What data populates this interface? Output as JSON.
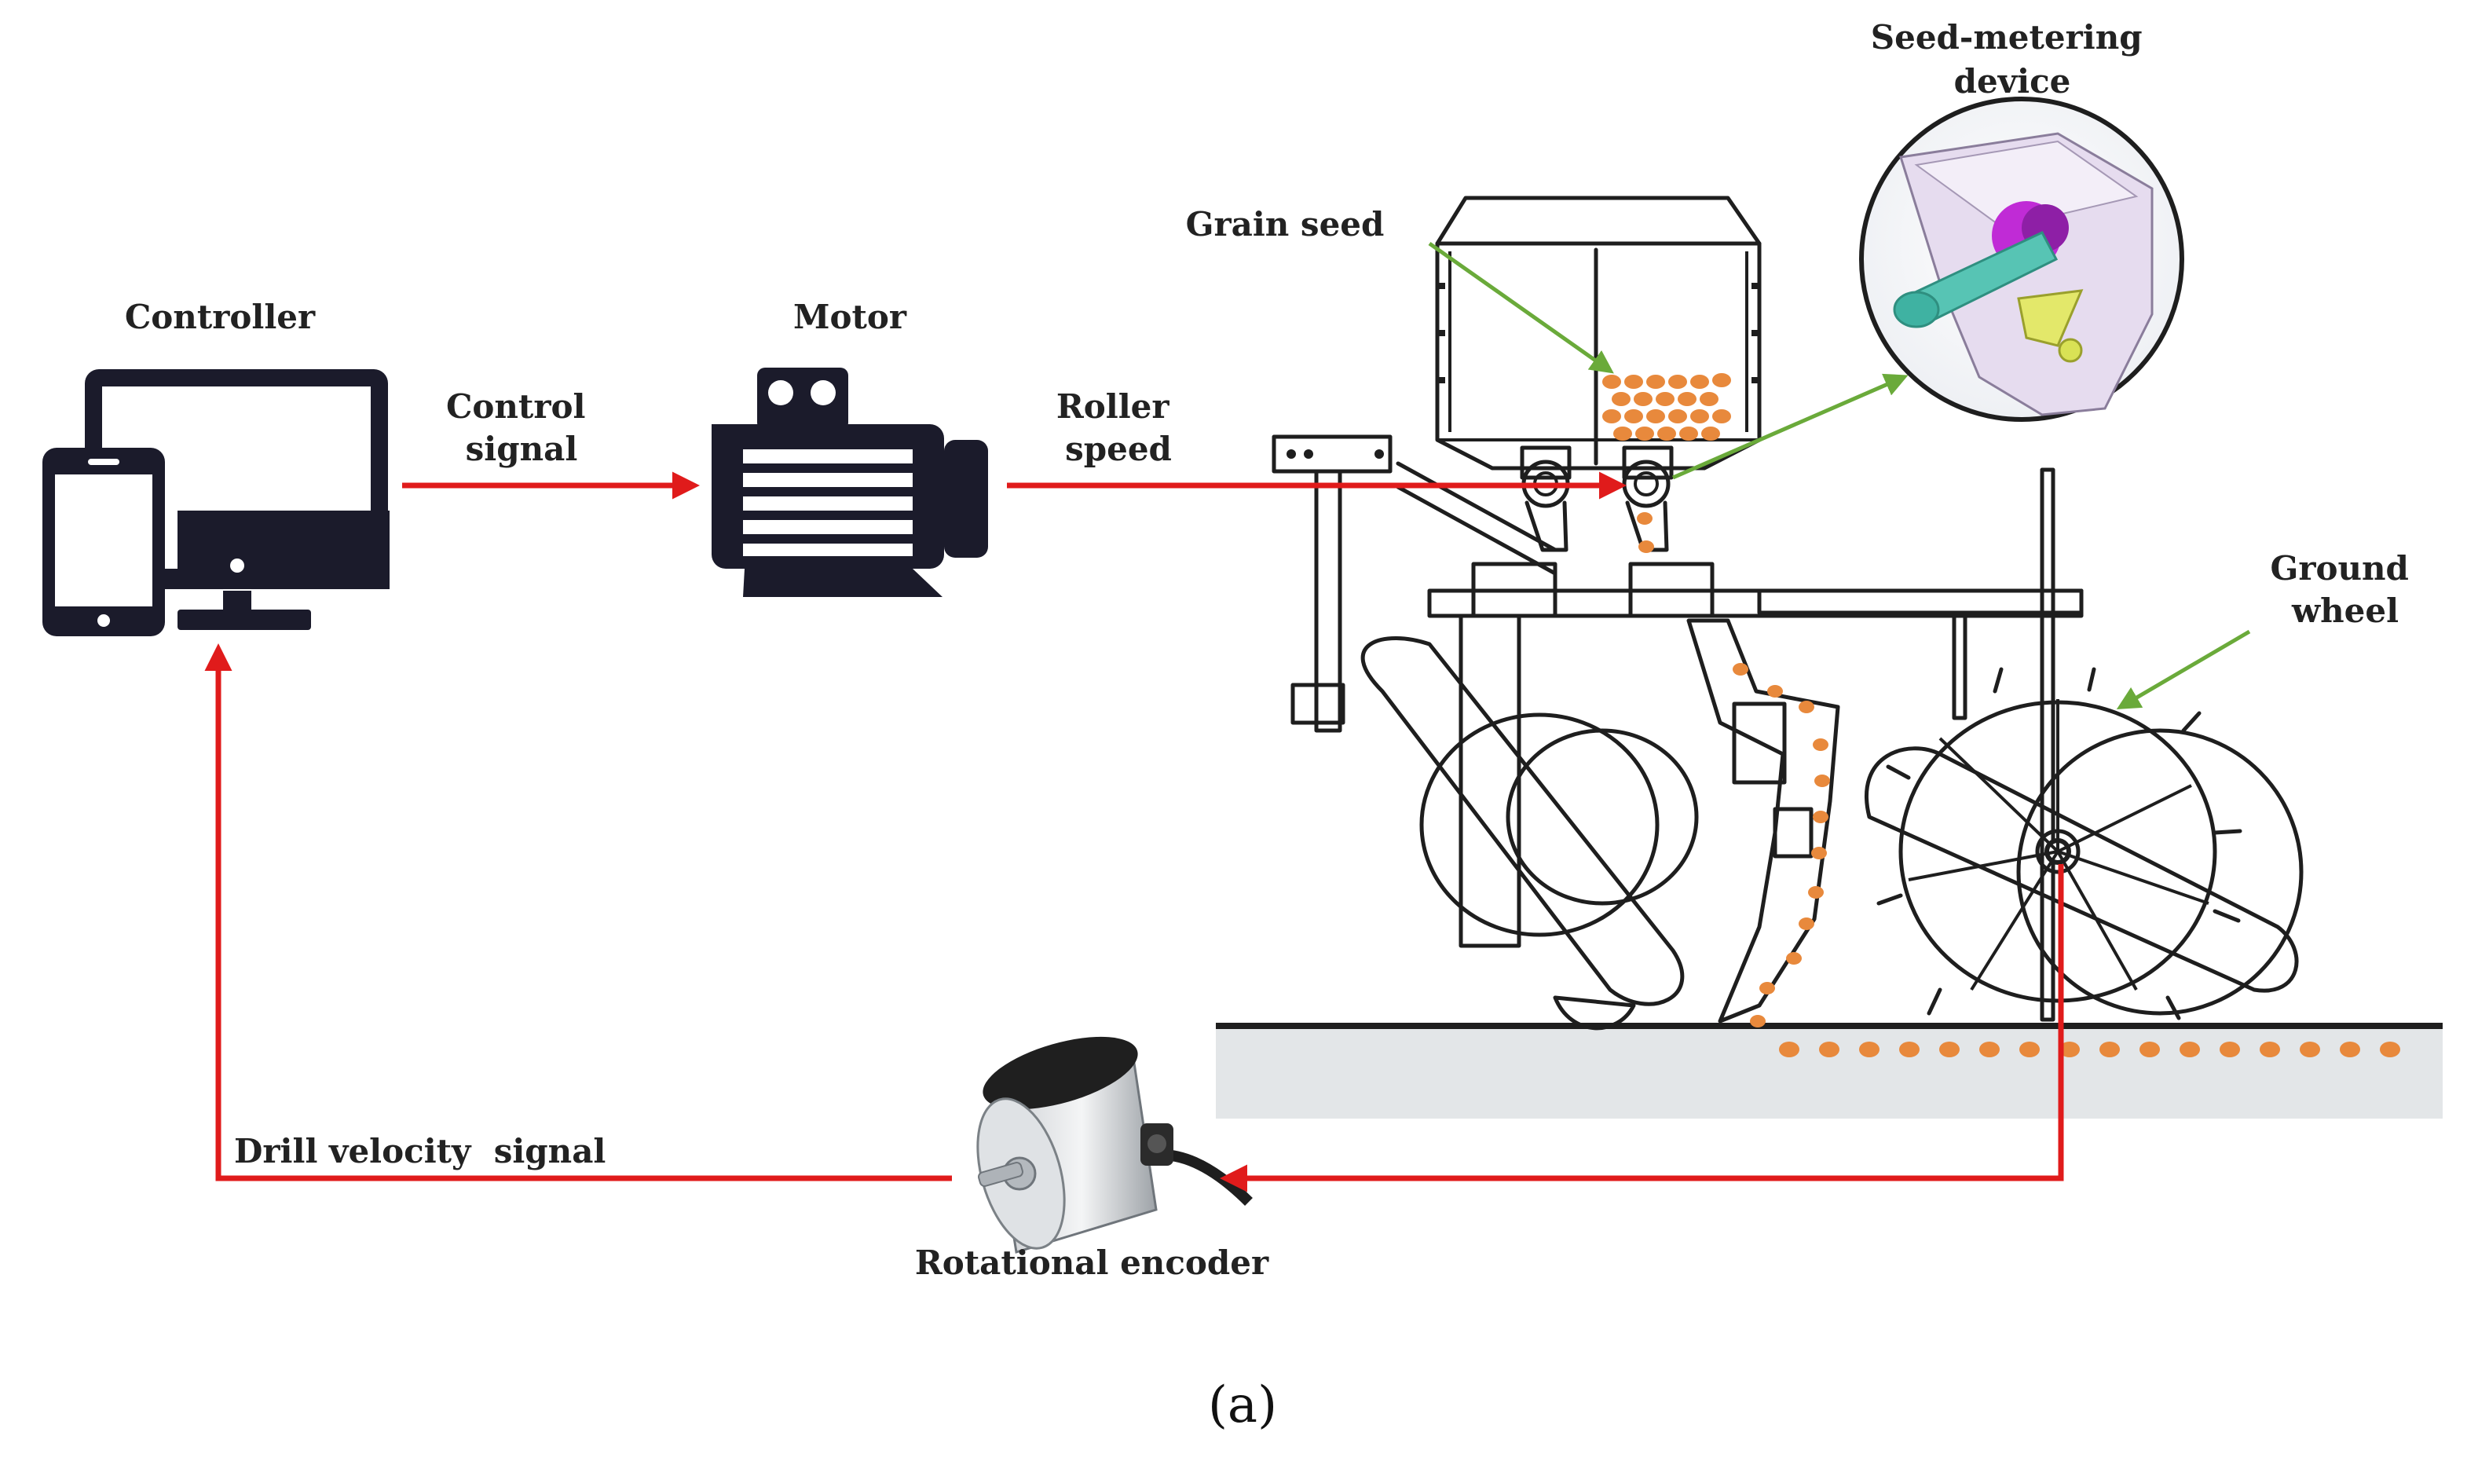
{
  "labels": {
    "controller": "Controller",
    "motor": "Motor",
    "control_signal": [
      "Control",
      "signal"
    ],
    "roller_speed": [
      "Roller",
      "speed"
    ],
    "grain_seed": "Grain seed",
    "seed_metering_device": [
      "Seed-metering",
      "device"
    ],
    "ground_wheel": [
      "Ground",
      "wheel"
    ],
    "drill_velocity_signal": "Drill velocity  signal",
    "rotational_encoder": "Rotational encoder",
    "panel_caption": "(a)"
  },
  "colors": {
    "signal_arrow": "#e01b1b",
    "pointer_arrow": "#6aaa3a",
    "seed": "#e8893c",
    "soil": "#e3e6e8",
    "icon": "#1b1b2b",
    "line_art": "#1e1e1e"
  },
  "icons": {
    "controller": "devices-icon",
    "motor": "electric-motor-icon",
    "encoder": "rotary-encoder-icon"
  }
}
